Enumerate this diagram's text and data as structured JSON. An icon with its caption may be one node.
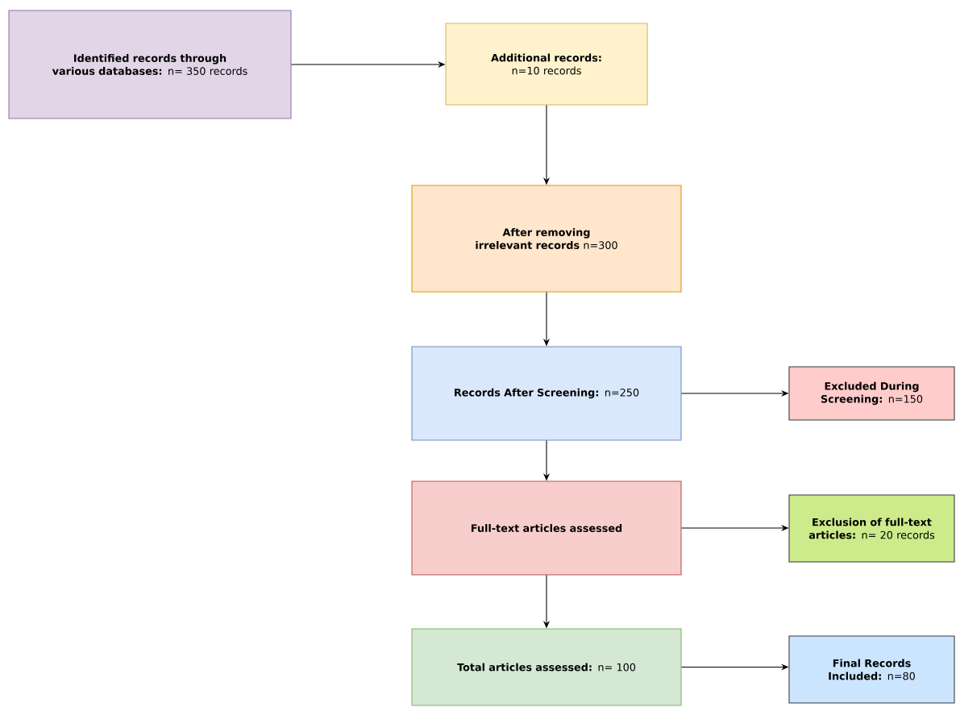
{
  "diagram": {
    "nodes": [
      {
        "text": [
          "**Identified records through various databases:** n= 350 records"
        ]
      },
      {
        "text": [
          "**Additional records:** n=10 records"
        ]
      },
      {
        "text": [
          "**After removing irrelevant records** n=300"
        ]
      },
      {
        "text": [
          "**Records After Screening:** n=250"
        ]
      },
      {
        "text": [
          "**Excluded During Screening:** n=150"
        ]
      },
      {
        "text": [
          "Full-text articles assessed"
        ]
      },
      {
        "text": [
          "**Exclusion of full-text articles:** n= 20 records"
        ]
      },
      {
        "text": [
          "**Total articles assessed:** n= 100"
        ]
      },
      {
        "text": [
          "**Final Records Included:** n=80"
        ]
      }
    ],
    "edges": [
      {
        "from": 0,
        "to": 1,
        "arrow": "to"
      },
      {
        "from": 1,
        "to": 2,
        "arrow": "to"
      },
      {
        "from": 2,
        "to": 3,
        "arrow": "to"
      },
      {
        "from": 3,
        "to": 4,
        "arrow": "to"
      },
      {
        "from": 3,
        "to": 5,
        "arrow": "to"
      },
      {
        "from": 5,
        "to": 6,
        "arrow": "to"
      },
      {
        "from": 5,
        "to": 7,
        "arrow": "to"
      },
      {
        "from": 7,
        "to": 8,
        "arrow": "to"
      }
    ]
  }
}
